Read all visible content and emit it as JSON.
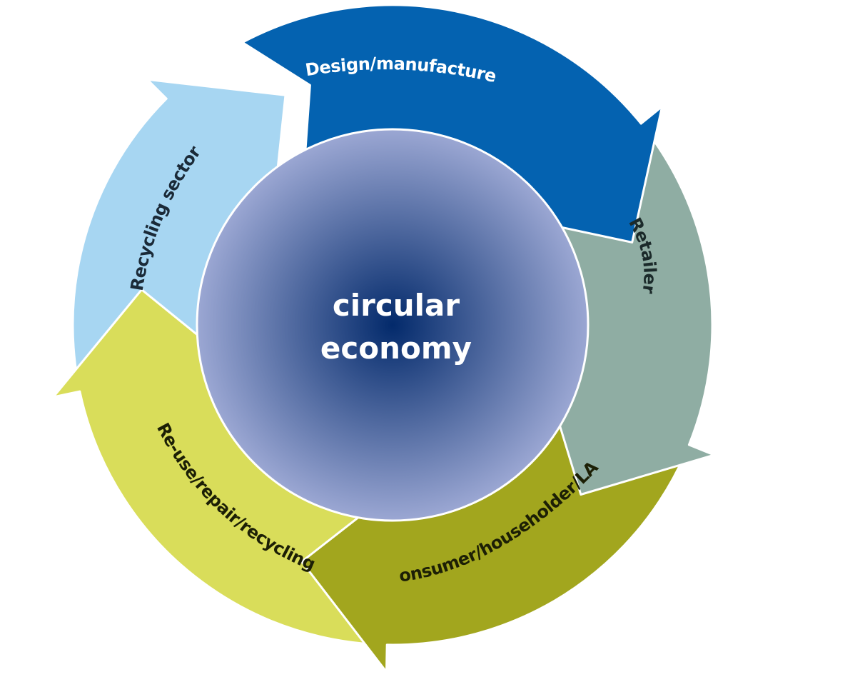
{
  "diagram": {
    "center": {
      "line1": "circular",
      "line2": "economy",
      "gradient_inner": "#032a6b",
      "gradient_outer": "#9ba7d3"
    },
    "stages": [
      {
        "label": "Design/manufacture",
        "color": "#0462b0",
        "text_color": "#ffffff"
      },
      {
        "label": "Retailer",
        "color": "#8fada3",
        "text_color": "#1b2a2a"
      },
      {
        "label": "Consumer/householder/LAs",
        "color": "#a2a61e",
        "text_color": "#1c1f05"
      },
      {
        "label": "Re-use/repair/recycling",
        "color": "#d9dd5a",
        "text_color": "#1c1f05"
      },
      {
        "label": "Recycling sector",
        "color": "#a7d6f2",
        "text_color": "#1b2a38"
      }
    ]
  }
}
